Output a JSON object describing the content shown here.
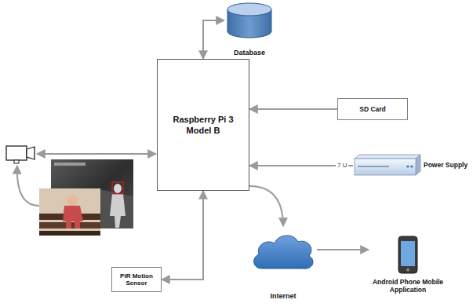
{
  "diagram": {
    "nodes": [
      {
        "text": [
          "Database"
        ]
      },
      {
        "text": [
          "Raspberry Pi 3 Model B"
        ]
      },
      {
        "text": [
          "SD Card"
        ]
      },
      {
        "text": [
          "Power Supply"
        ]
      },
      {
        "text": [
          "Internet"
        ]
      },
      {
        "text": [
          "Android Phone Mobile Application"
        ]
      },
      {
        "text": [
          "PIR Motion Sensor"
        ]
      }
    ],
    "edges": [
      {
        "from": 0,
        "to": 1,
        "arrow": "both"
      },
      {
        "from": 2,
        "to": 1,
        "arrow": "to"
      },
      {
        "from": 3,
        "to": 1,
        "label": "7 U",
        "arrow": "to"
      },
      {
        "from": 1,
        "to": 4,
        "arrow": "to"
      },
      {
        "from": 4,
        "to": 5,
        "arrow": "to"
      },
      {
        "from": 6,
        "to": 1,
        "arrow": "both"
      }
    ]
  }
}
